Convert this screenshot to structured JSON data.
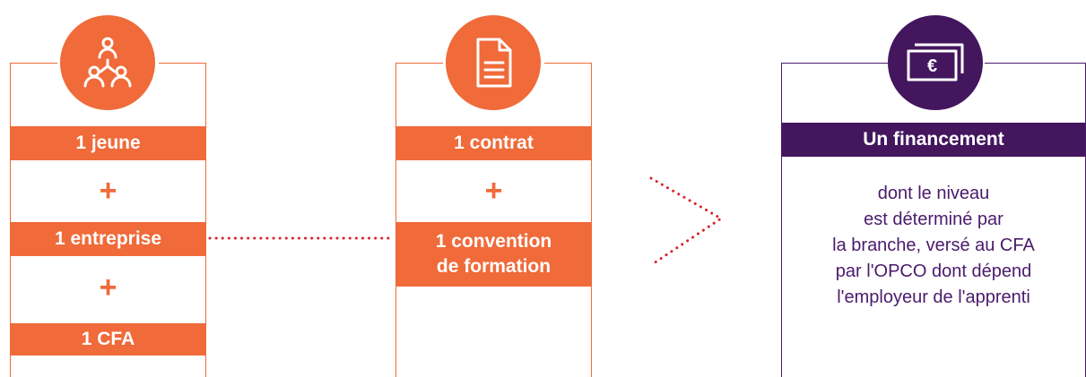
{
  "col1": {
    "bar1": "1 jeune",
    "plus1": "+",
    "bar2": "1 entreprise",
    "plus2": "+",
    "bar3": "1 CFA",
    "icon": "people-network-icon"
  },
  "col2": {
    "bar1": "1 contrat",
    "plus1": "+",
    "bar2_line1": "1 convention",
    "bar2_line2": "de formation",
    "icon": "document-icon"
  },
  "col3": {
    "title": "Un financement",
    "icon": "euro-banknote-icon",
    "desc": [
      "dont le niveau",
      "est déterminé par",
      "la branche, versé au CFA",
      "par l'OPCO dont dépend",
      "l'employeur de l'apprenti"
    ],
    "currency_symbol": "€"
  },
  "colors": {
    "orange": "#f06a3a",
    "purple": "#43165e",
    "dots": "#d9232e"
  }
}
